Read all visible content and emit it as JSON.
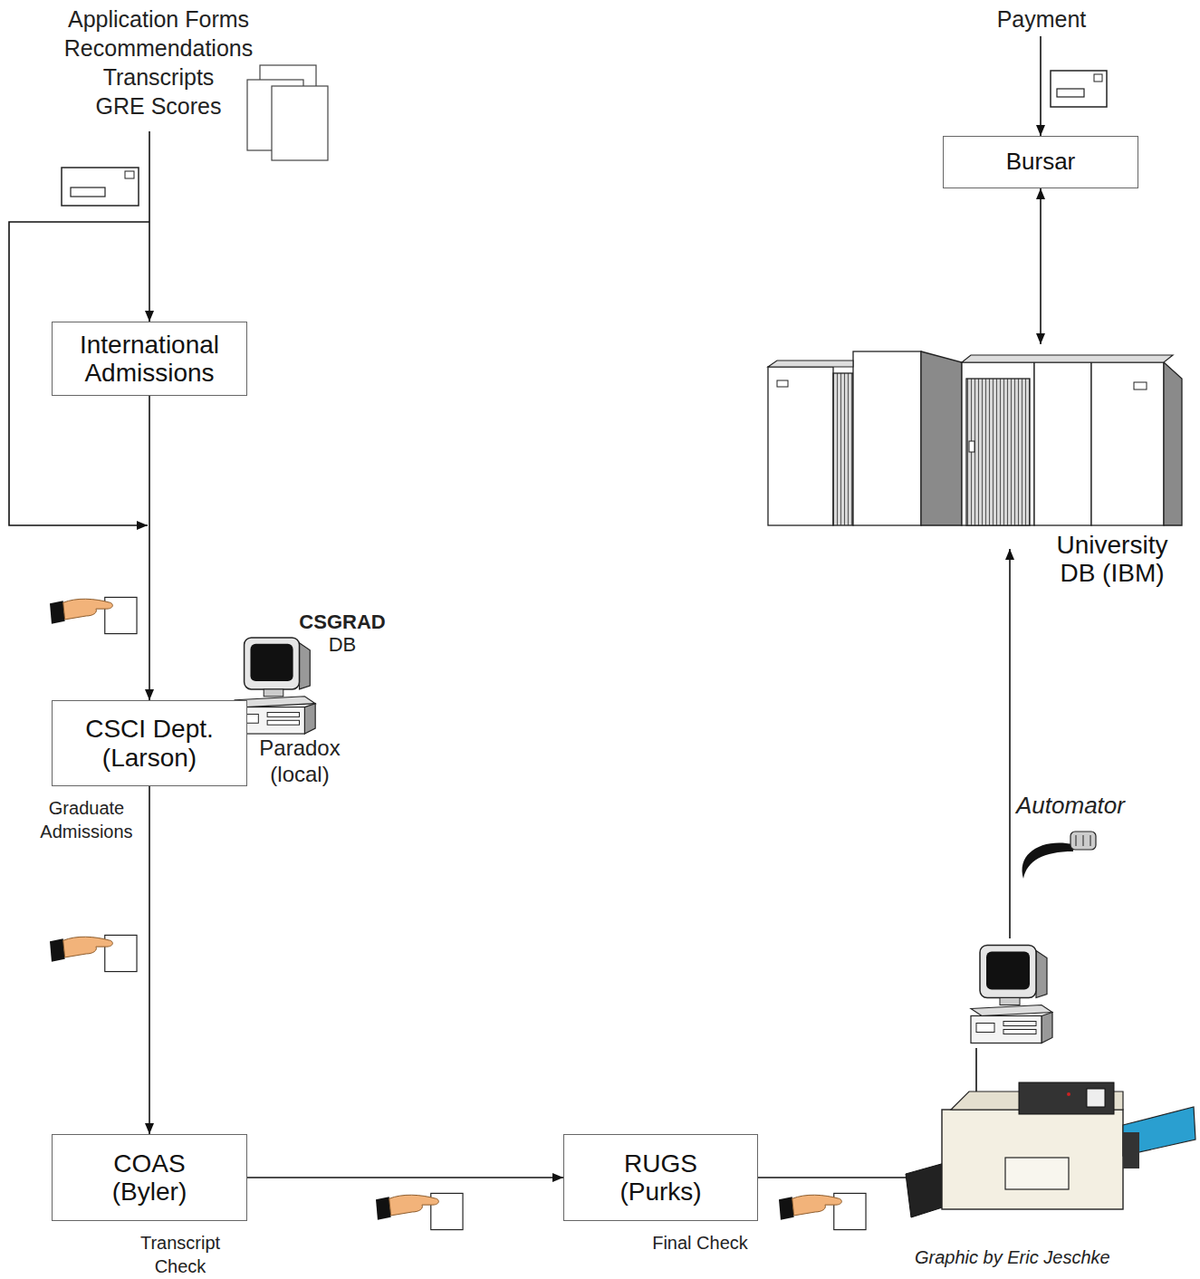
{
  "diagram": {
    "nodes": [
      {
        "text": [
          "International Admissions"
        ]
      },
      {
        "text": [
          "CSCI Dept. (Larson)",
          "Graduate Admissions"
        ]
      },
      {
        "text": [
          "COAS (Byler)",
          "Transcript Check"
        ]
      },
      {
        "text": [
          "RUGS (Purks)",
          "Final Check"
        ]
      },
      {
        "text": [
          "Bursar"
        ]
      },
      {
        "text": [
          "University DB (IBM)"
        ]
      }
    ],
    "edges": [
      {
        "from": 0,
        "to": 1,
        "arrow": "to"
      },
      {
        "from": 1,
        "to": 2,
        "arrow": "to"
      },
      {
        "from": 2,
        "to": 3,
        "arrow": "to"
      },
      {
        "from": 4,
        "to": 5,
        "arrow": "both"
      }
    ],
    "labels": [
      "Application Forms",
      "Recommendations",
      "Transcripts",
      "GRE Scores",
      "CSGRAD",
      "DB",
      "Paradox (local)",
      "Payment",
      "Automator",
      "Graphic by Eric Jeschke"
    ]
  }
}
